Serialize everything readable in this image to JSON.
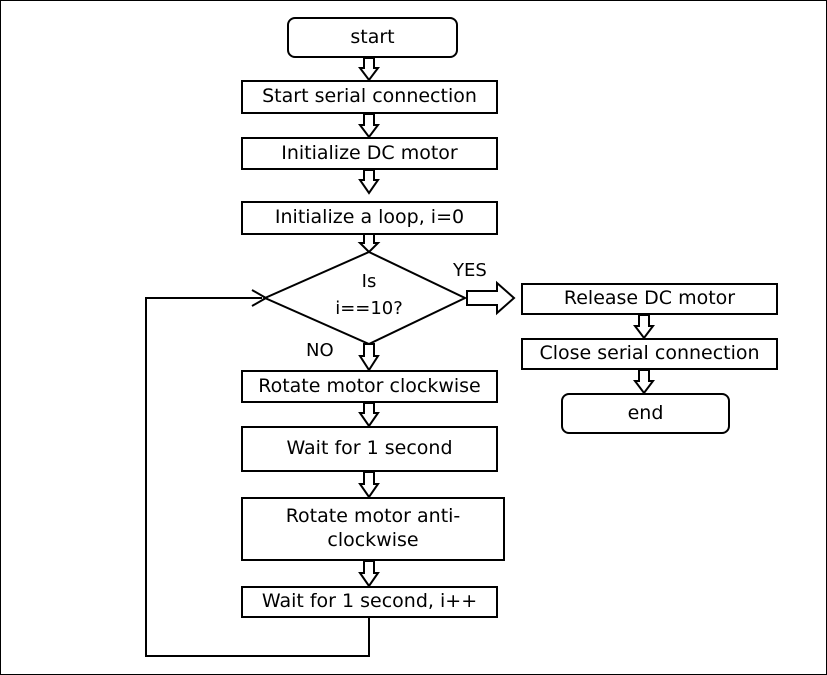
{
  "flowchart": {
    "start": "start",
    "start_serial": "Start serial connection",
    "init_motor": "Initialize DC motor",
    "init_loop": "Initialize a loop, i=0",
    "decision_line1": "Is",
    "decision_line2": "i==10?",
    "yes_label": "YES",
    "no_label": "NO",
    "rotate_cw": "Rotate motor clockwise",
    "wait1": "Wait for 1 second",
    "rotate_acw_line1": "Rotate motor anti-",
    "rotate_acw_line2": "clockwise",
    "wait_inc": "Wait for 1 second, i++",
    "release_motor": "Release DC motor",
    "close_serial": "Close serial connection",
    "end": "end"
  }
}
